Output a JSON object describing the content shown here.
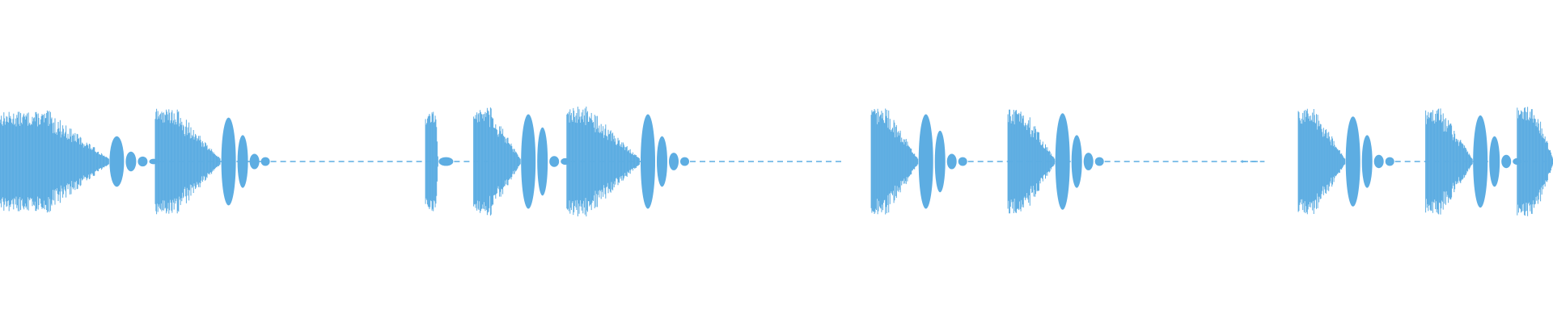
{
  "waveform": {
    "color": "#5dade2",
    "background": "#ffffff",
    "segments": [
      {
        "onset": 0.0,
        "peak": 0.91,
        "sustain": 0.03,
        "decay": 0.04,
        "lobes": [
          0.46,
          0.18,
          0.09,
          0.05
        ],
        "tail": 0.07
      },
      {
        "onset": 0.1,
        "peak": 0.98,
        "sustain": 0.012,
        "decay": 0.03,
        "lobes": [
          0.8,
          0.48,
          0.14,
          0.08
        ],
        "tail": 0.106
      },
      {
        "onset": 0.274,
        "peak": 0.95,
        "sustain": 0.007,
        "decay": 0.001,
        "lobes": [
          0.08
        ],
        "tail": 0.026
      },
      {
        "onset": 0.305,
        "peak": 0.98,
        "sustain": 0.01,
        "decay": 0.02,
        "lobes": [
          0.86,
          0.62,
          0.1,
          0.06
        ],
        "tail": 0.047
      },
      {
        "onset": 0.365,
        "peak": 1.0,
        "sustain": 0.012,
        "decay": 0.035,
        "lobes": [
          0.86,
          0.46,
          0.16,
          0.08
        ],
        "tail": 0.098
      },
      {
        "onset": 0.561,
        "peak": 0.97,
        "sustain": 0.01,
        "decay": 0.02,
        "lobes": [
          0.86,
          0.56,
          0.14,
          0.08
        ],
        "tail": 0.069
      },
      {
        "onset": 0.649,
        "peak": 0.96,
        "sustain": 0.01,
        "decay": 0.02,
        "lobes": [
          0.88,
          0.48,
          0.16,
          0.08
        ],
        "tail": 0.103
      },
      {
        "onset": 0.8,
        "peak": 0.03,
        "sustain": 0.0,
        "decay": 0.0,
        "lobes": [],
        "tail": 0.012
      },
      {
        "onset": 0.836,
        "peak": 0.98,
        "sustain": 0.01,
        "decay": 0.02,
        "lobes": [
          0.82,
          0.48,
          0.12,
          0.08
        ],
        "tail": 0.074
      },
      {
        "onset": 0.918,
        "peak": 0.97,
        "sustain": 0.01,
        "decay": 0.02,
        "lobes": [
          0.84,
          0.46,
          0.12,
          0.06
        ],
        "tail": 0.058
      },
      {
        "onset": 0.977,
        "peak": 1.0,
        "sustain": 0.012,
        "decay": 0.011,
        "lobes": [
          0.86
        ],
        "tail": 0.01
      }
    ]
  }
}
